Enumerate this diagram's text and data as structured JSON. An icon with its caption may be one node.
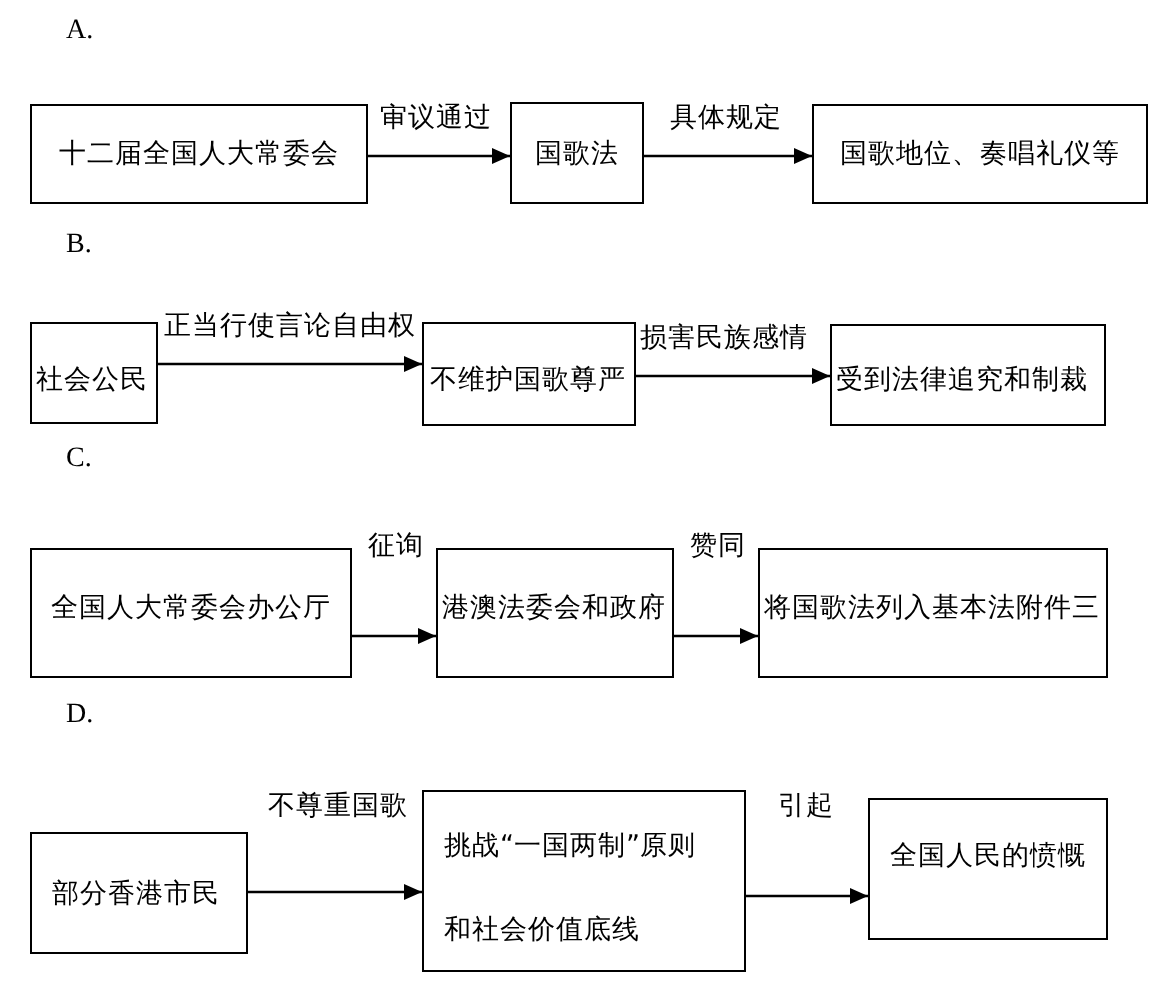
{
  "diagram": {
    "nodes": [
      {
        "text": [
          "十二届全国人大常委会"
        ]
      },
      {
        "text": [
          "国歌法"
        ]
      },
      {
        "text": [
          "国歌地位、奏唱礼仪等"
        ]
      },
      {
        "text": [
          "社会公民"
        ]
      },
      {
        "text": [
          "不维护国歌尊严"
        ]
      },
      {
        "text": [
          "受到法律追究和制裁"
        ]
      },
      {
        "text": [
          "全国人大常委会办公厅"
        ]
      },
      {
        "text": [
          "港澳法委会和政府"
        ]
      },
      {
        "text": [
          "将国歌法列入基本法附件三"
        ]
      },
      {
        "text": [
          "部分香港市民"
        ]
      },
      {
        "text": [
          "挑战“一国两制”原则和社会价值底线"
        ]
      },
      {
        "text": [
          "全国人民的愤慨"
        ]
      }
    ],
    "edges": [
      {
        "from": 0,
        "to": 1,
        "arrow": "to",
        "label": "审议通过"
      },
      {
        "from": 1,
        "to": 2,
        "arrow": "to",
        "label": "具体规定"
      },
      {
        "from": 3,
        "to": 4,
        "arrow": "to",
        "label": "正当行使言论自由权"
      },
      {
        "from": 4,
        "to": 5,
        "arrow": "to",
        "label": "损害民族感情"
      },
      {
        "from": 6,
        "to": 7,
        "arrow": "to",
        "label": "征询"
      },
      {
        "from": 7,
        "to": 8,
        "arrow": "to",
        "label": "赞同"
      },
      {
        "from": 9,
        "to": 10,
        "arrow": "to",
        "label": "不尊重国歌"
      },
      {
        "from": 10,
        "to": 11,
        "arrow": "to",
        "label": "引起"
      }
    ],
    "labels": [
      "A.",
      "B.",
      "C.",
      "D."
    ]
  }
}
